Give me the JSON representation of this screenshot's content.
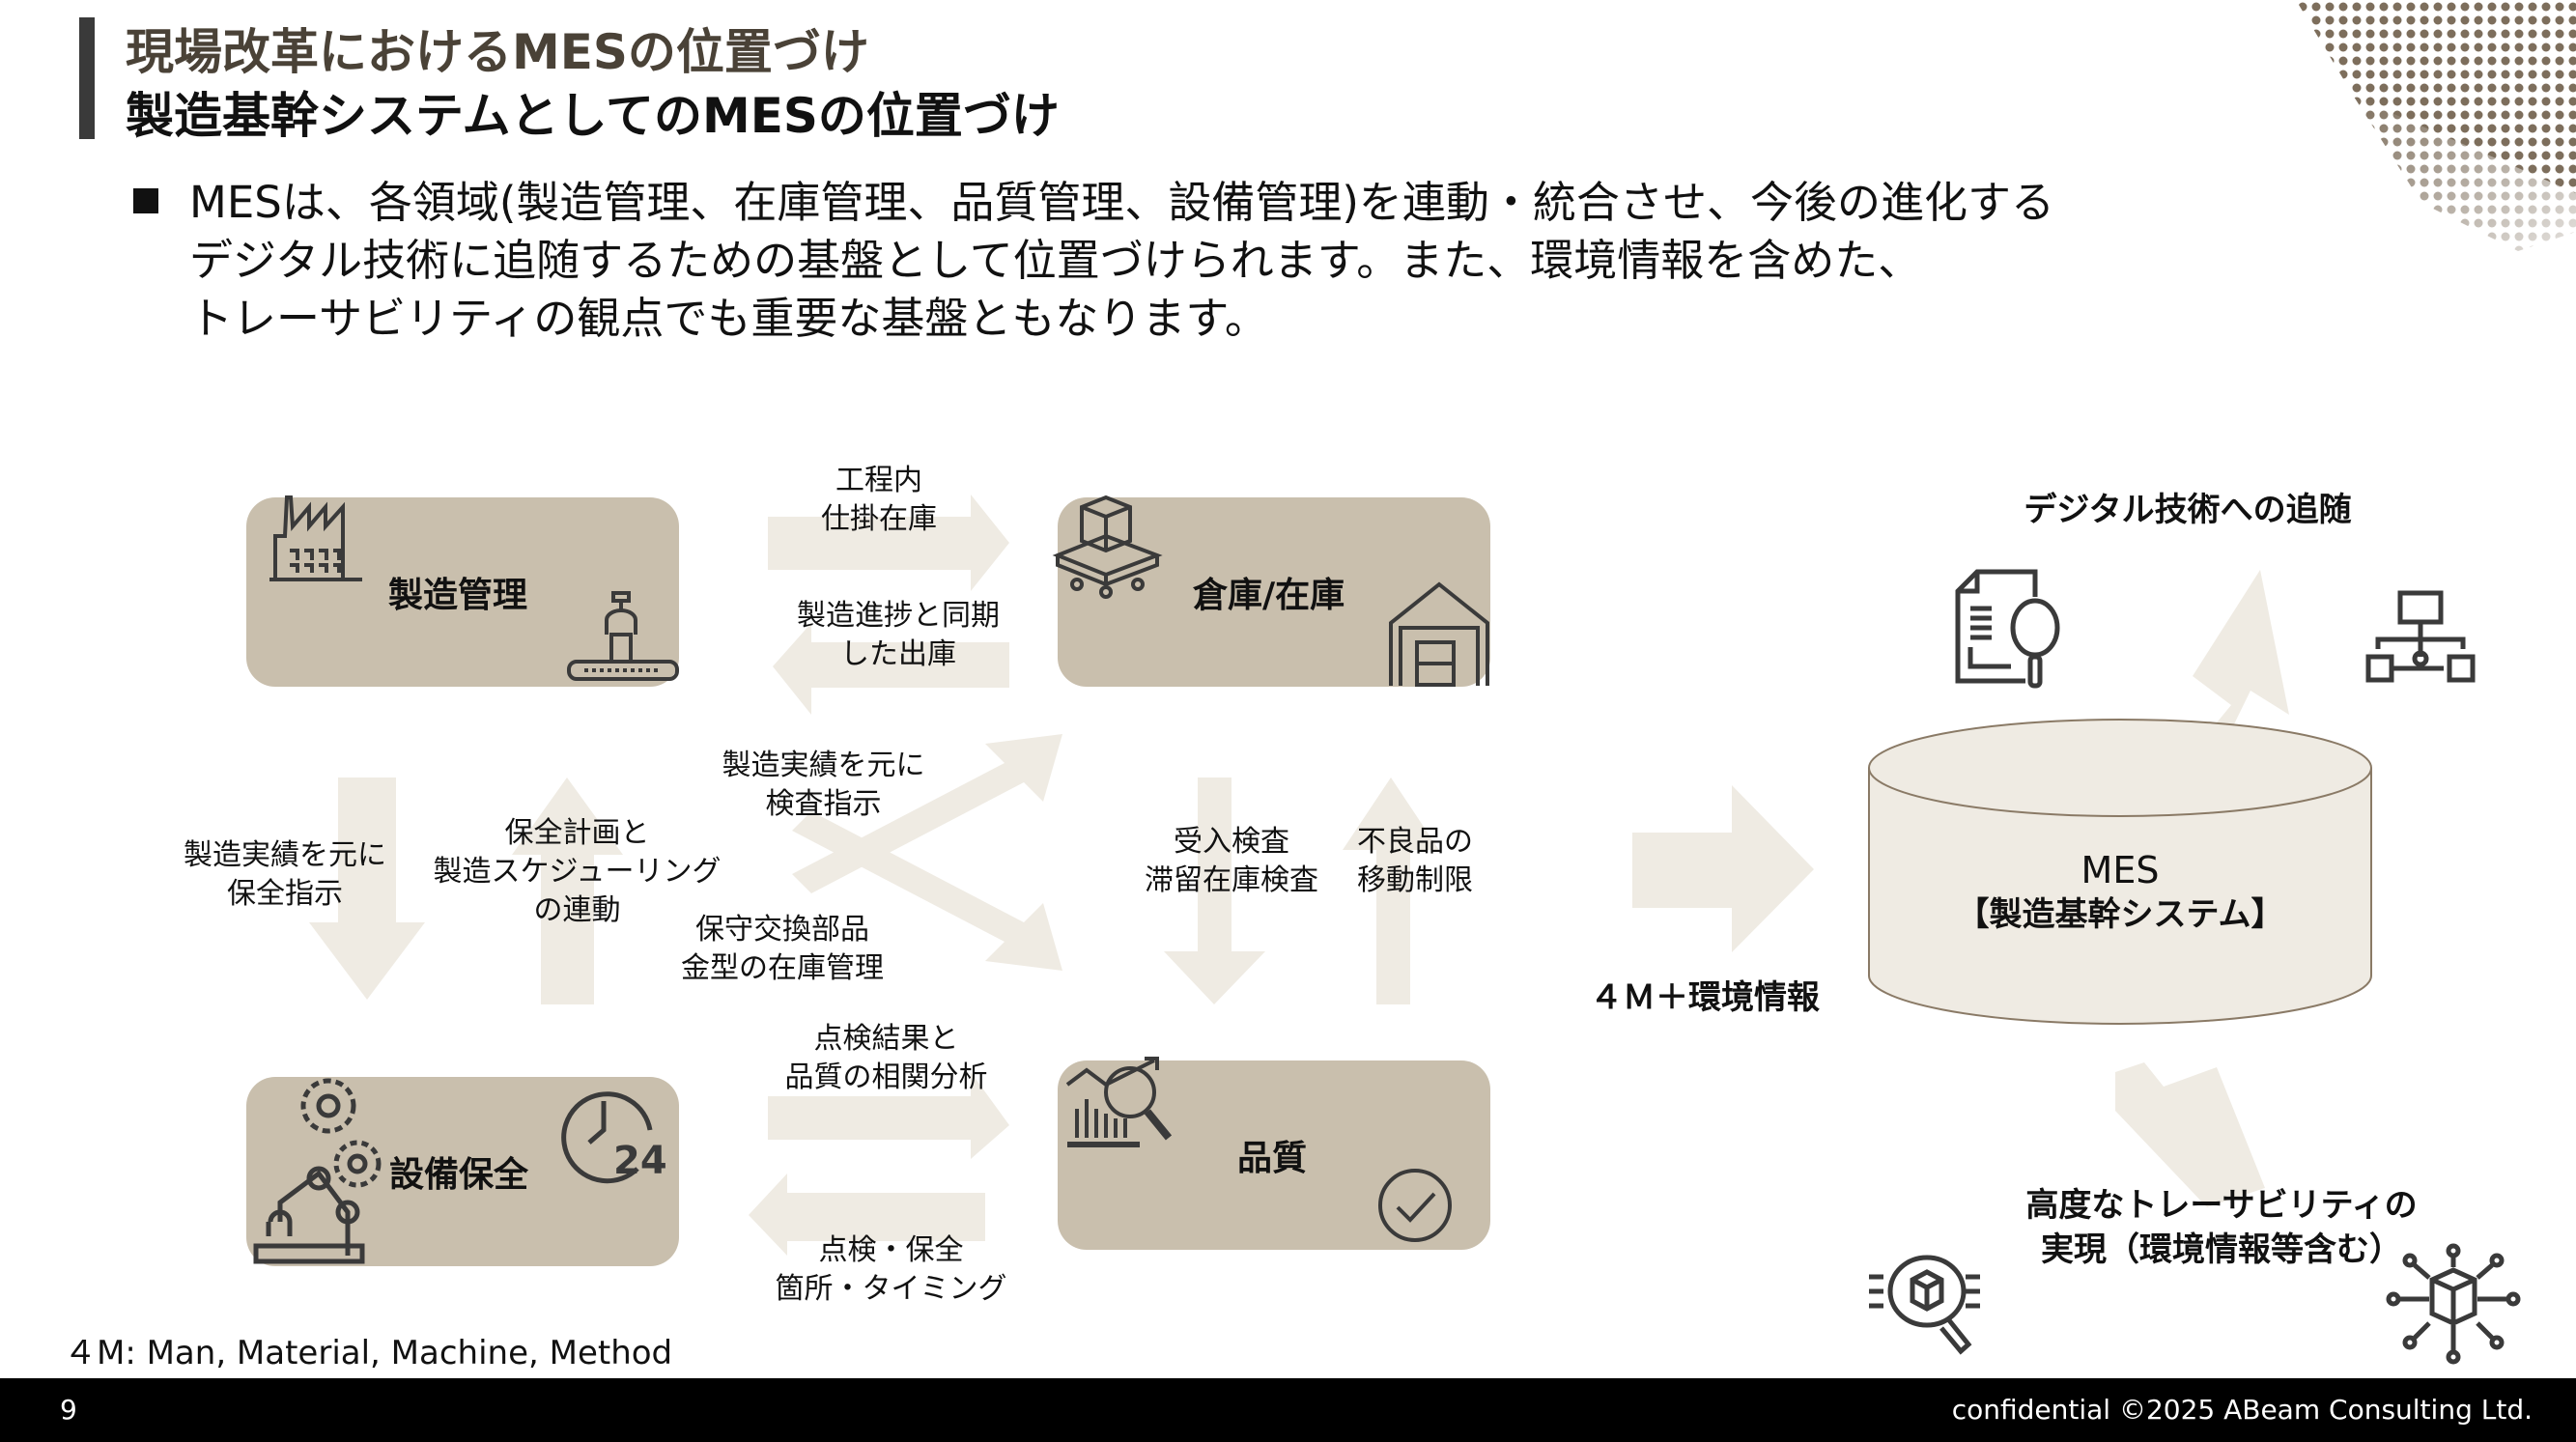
{
  "header": {
    "title_line1": "現場改革におけるMESの位置づけ",
    "title_line2": "製造基幹システムとしてのMESの位置づけ"
  },
  "body": {
    "lines": [
      "MESは、各領域(製造管理、在庫管理、品質管理、設備管理)を連動・統合させ、今後の進化する",
      "デジタル技術に追随するための基盤として位置づけられます。また、環境情報を含めた、",
      "トレーサビリティの観点でも重要な基盤ともなります。"
    ]
  },
  "diagram": {
    "boxes": {
      "manufacturing": "製造管理",
      "warehouse": "倉庫/在庫",
      "maintenance": "設備保全",
      "quality": "品質"
    },
    "flows": {
      "mfg_to_wh": [
        "工程内",
        "仕掛在庫"
      ],
      "wh_to_mfg": [
        "製造進捗と同期",
        "した出庫"
      ],
      "mfg_to_maint": [
        "製造実績を元に",
        "保全指示"
      ],
      "maint_to_mfg": [
        "保全計画と",
        "製造スケジューリング",
        "の連動"
      ],
      "mfg_to_quality": [
        "製造実績を元に",
        "検査指示"
      ],
      "maint_to_wh": [
        "保守交換部品",
        "金型の在庫管理"
      ],
      "wh_to_quality": [
        "受入検査",
        "滞留在庫検査"
      ],
      "quality_to_wh": [
        "不良品の",
        "移動制限"
      ],
      "maint_to_quality": [
        "点検結果と",
        "品質の相関分析"
      ],
      "quality_to_maint": [
        "点検・保全",
        "箇所・タイミング"
      ]
    },
    "input_label": "４Ｍ＋環境情報",
    "mes": {
      "line1": "MES",
      "line2": "【製造基幹システム】"
    },
    "digital_label": "デジタル技術への追随",
    "trace_label": [
      "高度なトレーサビリティの",
      "実現（環境情報等含む）"
    ],
    "note": "４M: Man, Material, Machine, Method"
  },
  "footer": {
    "page_number": "9",
    "copyright": "confidential   ©2025 ABeam Consulting Ltd."
  },
  "colors": {
    "box": "#c9bfad",
    "arrow": "#efebe3",
    "accent_dots": "#7d6e5c",
    "icon": "#3a3a3a"
  }
}
